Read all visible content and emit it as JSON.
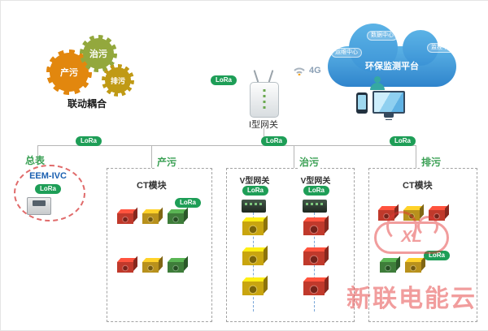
{
  "gears": {
    "items": [
      {
        "label": "产污",
        "color": "#e2870e"
      },
      {
        "label": "治污",
        "color": "#93a83d"
      },
      {
        "label": "排污",
        "color": "#c09a15"
      }
    ],
    "caption": "联动耦合"
  },
  "gateway1": {
    "label": "I型网关",
    "lora": "LoRa",
    "signal": "4G"
  },
  "cloud": {
    "title": "环保监测平台",
    "node_top": "数据中心",
    "node_left": "运维中心",
    "node_right": "监控中心"
  },
  "bus": {
    "lora_left": "LoRa",
    "lora_mid": "LoRa",
    "lora_right": "LoRa"
  },
  "meter": {
    "tag": "总表",
    "model": "EEM-IVC",
    "lora": "LoRa"
  },
  "zone_left": {
    "label": "产污",
    "module": "CT模块",
    "lora": "LoRa",
    "rows": [
      [
        "#c0392b",
        "#b8911c",
        "#3e7d3a"
      ],
      [
        "#c0392b",
        "#b8911c",
        "#3e7d3a"
      ]
    ]
  },
  "zone_mid": {
    "label": "治污",
    "gw1": {
      "label": "V型网关",
      "lora": "LoRa",
      "modules": [
        "#c9a50f",
        "#c9a50f",
        "#c9a50f"
      ]
    },
    "gw2": {
      "label": "V型网关",
      "lora": "LoRa",
      "modules": [
        "#c0392b",
        "#c0392b",
        "#c0392b"
      ]
    }
  },
  "zone_right": {
    "label": "排污",
    "module": "CT模块",
    "lora": "LoRa",
    "rows": [
      [
        "#c0392b",
        "#b8911c",
        "#c0392b"
      ],
      [
        "#3e7d3a",
        "#b8911c"
      ]
    ]
  },
  "watermark": {
    "text": "新联电能云",
    "logo": "XL"
  },
  "colors": {
    "lora_green": "#1e9e57",
    "zone_green": "#3aa054",
    "watermark_red": "#e23535"
  }
}
